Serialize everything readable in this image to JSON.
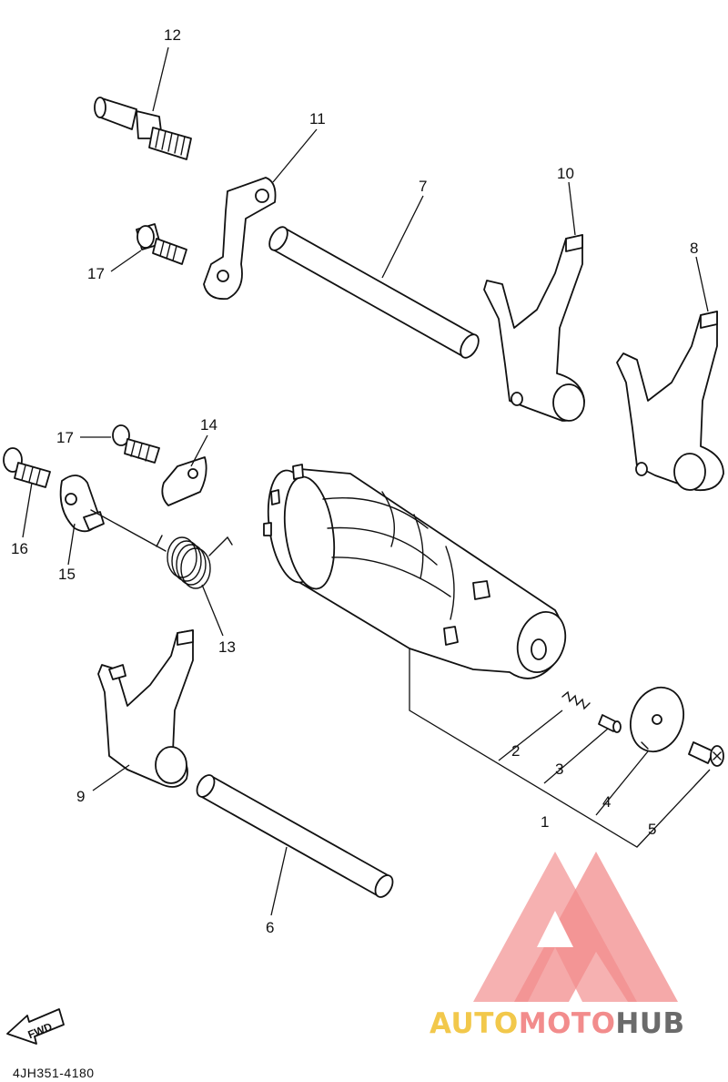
{
  "diagram": {
    "part_numbers": {
      "p1": "1",
      "p2": "2",
      "p3": "3",
      "p4": "4",
      "p5": "5",
      "p6": "6",
      "p7": "7",
      "p8": "8",
      "p9": "9",
      "p10": "10",
      "p11": "11",
      "p12": "12",
      "p13": "13",
      "p14": "14",
      "p15": "15",
      "p16": "16",
      "p17a": "17",
      "p17b": "17"
    },
    "fwd_label": "FWD",
    "drawing_code": "4JH351-4180"
  },
  "watermark": {
    "part_a": "AUTO",
    "part_b": "MOTO",
    "part_c": "HUB",
    "colors": {
      "logo": "#f28c8c",
      "auto": "#f2c84b",
      "moto": "#f28c8c",
      "hub": "#6b6b6b"
    }
  }
}
